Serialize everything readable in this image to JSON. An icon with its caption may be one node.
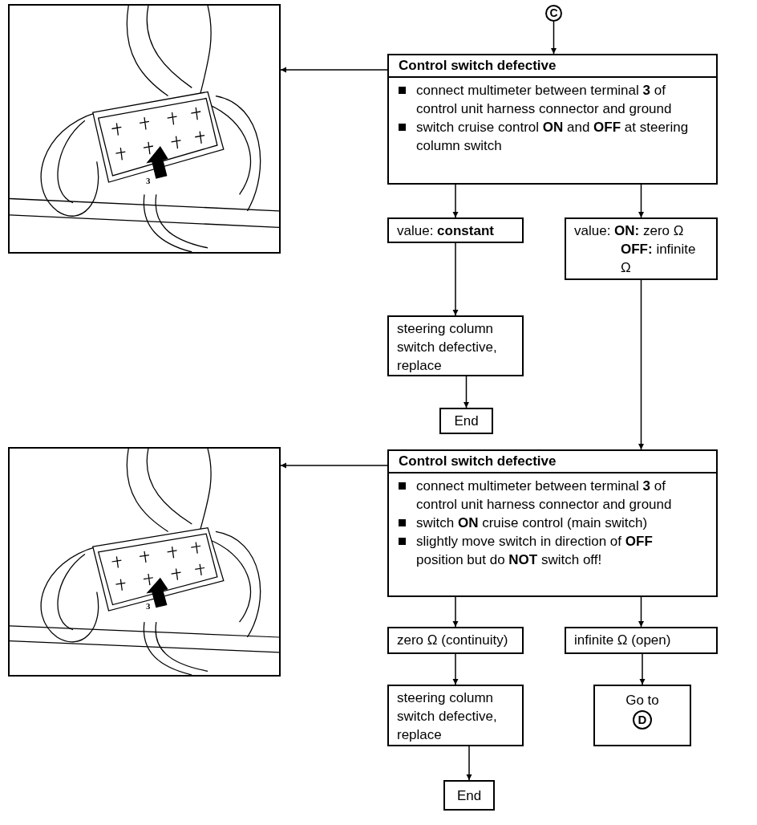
{
  "diagram": {
    "nodes": [
      {
        "text": [],
        "shape": "picture"
      },
      {
        "text": [
          "C"
        ]
      },
      {
        "text": [
          "Control switch defective",
          "connect multimeter between terminal **3** of control unit harness connector and ground",
          "switch cruise control **ON** and **OFF** at steering column switch"
        ]
      },
      {
        "text": [
          "value: **constant**"
        ]
      },
      {
        "text": [
          "value: **ON:** zero Ω **OFF:** infinite Ω"
        ]
      },
      {
        "text": [
          "steering column switch defective, replace"
        ]
      },
      {
        "text": [
          "End"
        ]
      },
      {
        "text": [],
        "shape": "picture"
      },
      {
        "text": [
          "Control switch defective",
          "connect multimeter between terminal **3** of control unit harness connector and ground",
          "switch **ON** cruise control (main switch)",
          "slightly move switch in direction of **OFF** position but do **NOT** switch off!"
        ]
      },
      {
        "text": [
          "zero Ω (continuity)"
        ]
      },
      {
        "text": [
          "infinite Ω (open)"
        ]
      },
      {
        "text": [
          "steering column switch defective, replace"
        ]
      },
      {
        "text": [
          "Go to",
          "D"
        ]
      },
      {
        "text": [
          "End"
        ]
      }
    ],
    "edges": [
      {
        "from": 1,
        "to": 2,
        "arrow": "to"
      },
      {
        "from": 2,
        "to": 0,
        "arrow": "to"
      },
      {
        "from": 2,
        "to": 3,
        "arrow": "to"
      },
      {
        "from": 2,
        "to": 4,
        "arrow": "to"
      },
      {
        "from": 3,
        "to": 5,
        "arrow": "to"
      },
      {
        "from": 5,
        "to": 6,
        "arrow": "to"
      },
      {
        "from": 4,
        "to": 8,
        "arrow": "to"
      },
      {
        "from": 8,
        "to": 7,
        "arrow": "to"
      },
      {
        "from": 8,
        "to": 9,
        "arrow": "to"
      },
      {
        "from": 8,
        "to": 10,
        "arrow": "to"
      },
      {
        "from": 9,
        "to": 11,
        "arrow": "to"
      },
      {
        "from": 11,
        "to": 13,
        "arrow": "to"
      },
      {
        "from": 10,
        "to": 12,
        "arrow": "to"
      }
    ],
    "labels": [
      "3",
      "3"
    ]
  }
}
